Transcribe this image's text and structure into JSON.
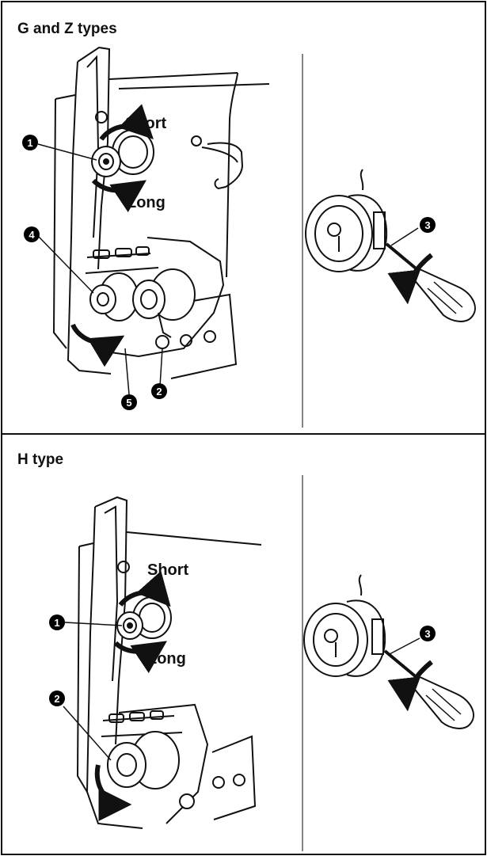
{
  "panels": {
    "gz": {
      "title": "G and Z types",
      "short": "Short",
      "long": "Long",
      "markers": [
        "1",
        "4",
        "5",
        "2",
        "3"
      ]
    },
    "h": {
      "title": "H type",
      "short": "Short",
      "long": "Long",
      "markers": [
        "1",
        "2",
        "3"
      ]
    }
  },
  "colors": {
    "ink": "#111111",
    "paper": "#ffffff",
    "marker": "#000000"
  }
}
